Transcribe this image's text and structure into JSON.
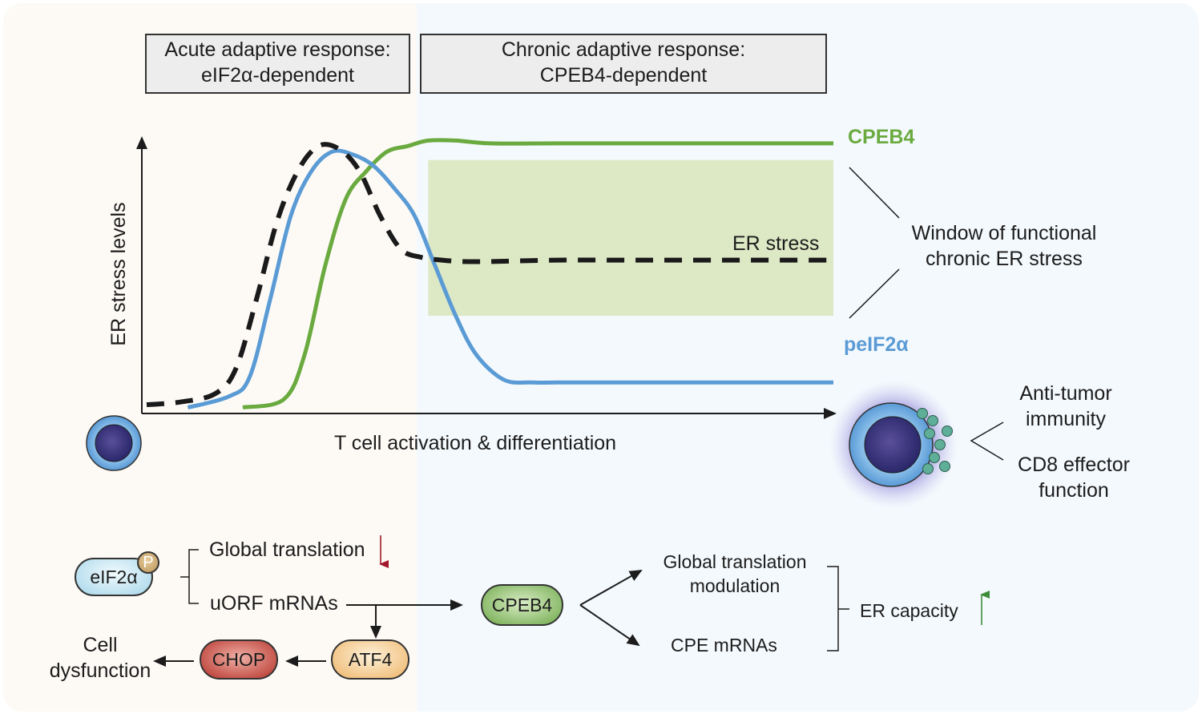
{
  "phases": {
    "acute": {
      "line1": "Acute adaptive response:",
      "line2": "eIF2α-dependent"
    },
    "chronic": {
      "line1": "Chronic adaptive response:",
      "line2": "CPEB4-dependent"
    }
  },
  "chart_data": {
    "type": "line",
    "title": "",
    "xlabel": "T cell activation & differentiation",
    "ylabel": "ER stress levels",
    "xlim": [
      0,
      100
    ],
    "ylim": [
      0,
      100
    ],
    "grid": false,
    "shaded_region": {
      "label": "Window of functional chronic ER stress",
      "x": [
        41,
        100
      ],
      "y": [
        34,
        90
      ],
      "color": "#dde8c5"
    },
    "series": [
      {
        "name": "ER stress",
        "color": "#1a1a1a",
        "style": "dashed",
        "label_position": "inline",
        "x": [
          0,
          5,
          10,
          13,
          16,
          19,
          22,
          25,
          28,
          31,
          34,
          37,
          40,
          43,
          46,
          50,
          60,
          70,
          80,
          100
        ],
        "y": [
          2,
          3,
          6,
          15,
          40,
          68,
          86,
          95,
          94,
          86,
          70,
          58,
          55,
          54,
          53.5,
          53.5,
          54,
          54,
          54,
          54
        ]
      },
      {
        "name": "peIF2α",
        "color": "#5b9bd5",
        "style": "solid",
        "label_position": "right",
        "x": [
          6,
          12,
          15,
          18,
          21,
          24,
          27,
          30,
          33,
          36,
          39,
          42,
          45,
          48,
          52,
          56,
          60,
          70,
          80,
          100
        ],
        "y": [
          1,
          5,
          12,
          40,
          70,
          86,
          93,
          92,
          88,
          80,
          70,
          52,
          34,
          20,
          11,
          10,
          10,
          10,
          10,
          10
        ]
      },
      {
        "name": "CPEB4",
        "color": "#6aaa3f",
        "style": "solid",
        "label_position": "right",
        "x": [
          14,
          20,
          23,
          26,
          29,
          32,
          35,
          38,
          41,
          45,
          50,
          60,
          70,
          80,
          100
        ],
        "y": [
          1,
          4,
          20,
          52,
          76,
          86,
          93,
          95,
          97,
          97,
          96,
          96,
          96,
          96,
          96
        ]
      }
    ],
    "annotations": [
      "Window of functional chronic ER stress"
    ]
  },
  "labels": {
    "window_line1": "Window of functional",
    "window_line2": "chronic ER stress",
    "outcome1_line1": "Anti-tumor",
    "outcome1_line2": "immunity",
    "outcome2_line1": "CD8 effector",
    "outcome2_line2": "function"
  },
  "pathway": {
    "eif2a": "eIF2α",
    "phospho": "P",
    "global_translation": "Global translation",
    "uorf": "uORF mRNAs",
    "atf4": "ATF4",
    "chop": "CHOP",
    "cell_dys1": "Cell",
    "cell_dys2": "dysfunction",
    "cpeb4": "CPEB4",
    "gtm1": "Global translation",
    "gtm2": "modulation",
    "cpe": "CPE mRNAs",
    "er_capacity": "ER capacity"
  },
  "colors": {
    "cpeb4": "#6aaa3f",
    "peif2a": "#5b9bd5",
    "down_arrow": "#a0182a",
    "up_arrow": "#3e8c3a"
  }
}
